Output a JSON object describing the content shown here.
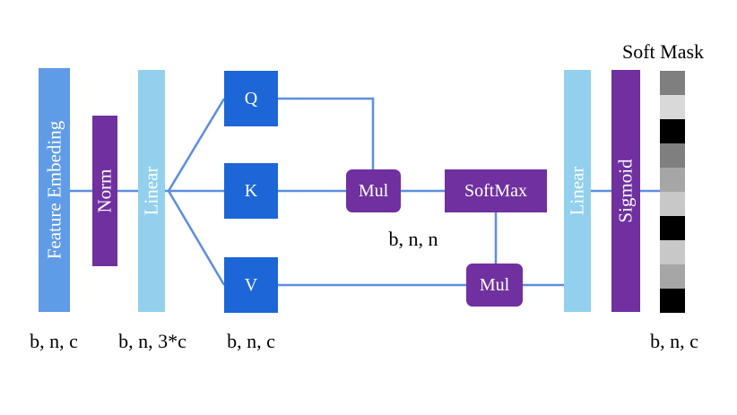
{
  "colors": {
    "light_blue": "#93d0ee",
    "mid_blue": "#5f9be6",
    "dark_blue": "#1d66d8",
    "purple": "#7030a0",
    "wire": "#5b8ee0"
  },
  "blocks": {
    "feature_embeding": "Feature Embeding",
    "norm": "Norm",
    "linear_in": "Linear",
    "q": "Q",
    "k": "K",
    "v": "V",
    "mul_qk": "Mul",
    "softmax": "SoftMax",
    "mul_v": "Mul",
    "linear_out": "Linear",
    "sigmoid": "Sigmoid"
  },
  "soft_mask": {
    "title": "Soft Mask",
    "cells": [
      "#7f7f7f",
      "#d9d9d9",
      "#000000",
      "#7f7f7f",
      "#a6a6a6",
      "#c8c8c8",
      "#000000",
      "#c8c8c8",
      "#a6a6a6",
      "#000000"
    ]
  },
  "dims": {
    "input": "b, n, c",
    "linear": "b, n, 3*c",
    "qkv": "b, n, c",
    "attention": "b, n, n",
    "output": "b, n, c"
  }
}
